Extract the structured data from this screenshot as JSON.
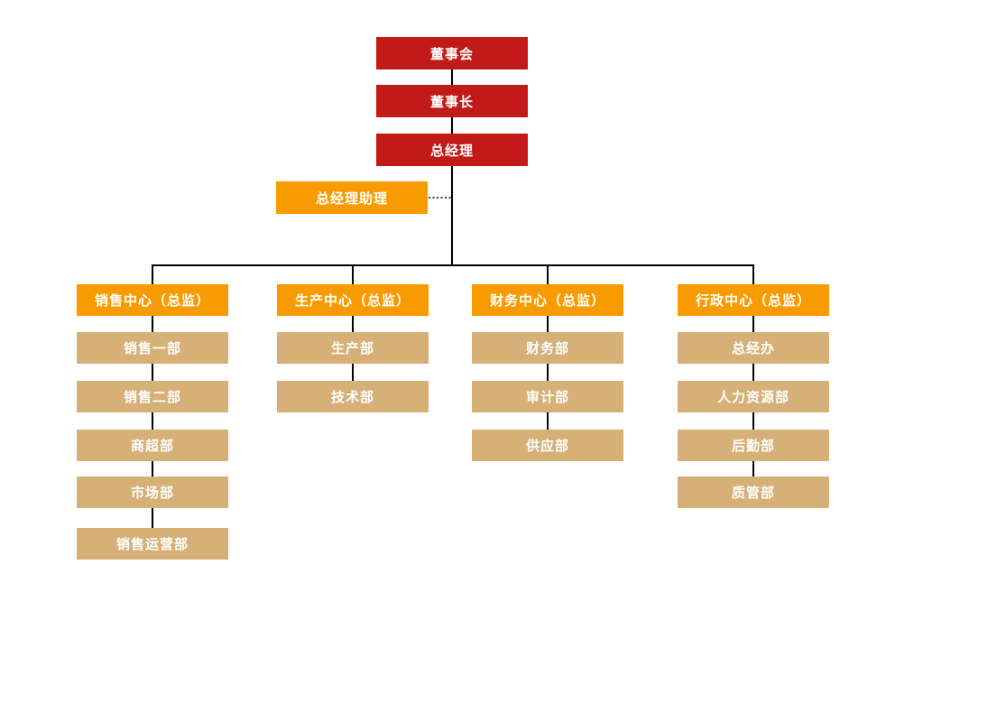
{
  "colors": {
    "top_level": "#c21b17",
    "director_level": "#f79b00",
    "department_level": "#d6b077",
    "connector": "#000000",
    "text": "#ffffff",
    "background": "#ffffff"
  },
  "org_chart": {
    "top_chain": [
      {
        "label": "董事会"
      },
      {
        "label": "董事长"
      },
      {
        "label": "总经理"
      }
    ],
    "assistant": {
      "label": "总经理助理"
    },
    "branches": [
      {
        "label": "销售中心（总监）",
        "children": [
          {
            "label": "销售一部"
          },
          {
            "label": "销售二部"
          },
          {
            "label": "商超部"
          },
          {
            "label": "市场部"
          },
          {
            "label": "销售运营部"
          }
        ]
      },
      {
        "label": "生产中心（总监）",
        "children": [
          {
            "label": "生产部"
          },
          {
            "label": "技术部"
          }
        ]
      },
      {
        "label": "财务中心（总监）",
        "children": [
          {
            "label": "财务部"
          },
          {
            "label": "审计部"
          },
          {
            "label": "供应部"
          }
        ]
      },
      {
        "label": "行政中心（总监）",
        "children": [
          {
            "label": "总经办"
          },
          {
            "label": "人力资源部"
          },
          {
            "label": "后勤部"
          },
          {
            "label": "质管部"
          }
        ]
      }
    ]
  }
}
